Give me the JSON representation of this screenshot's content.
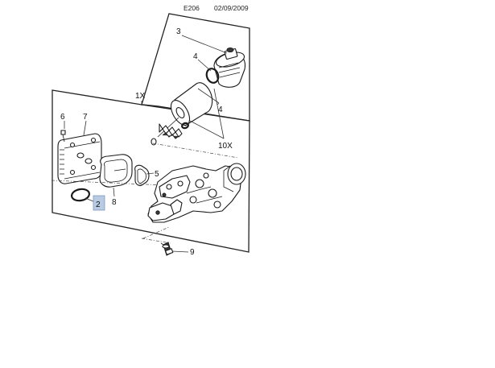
{
  "header": {
    "code": "E206",
    "date": "02/09/2009"
  },
  "labels": {
    "assembly_qty": "1X",
    "part_2": "2",
    "part_3": "3",
    "part_4_top": "4",
    "part_4_mid": "4",
    "part_5": "5",
    "part_6": "6",
    "part_7": "7",
    "part_8": "8",
    "part_9": "9",
    "part_10_qty": "10X"
  },
  "highlight": {
    "selected_part": "2",
    "color": "#b9cbe3"
  }
}
